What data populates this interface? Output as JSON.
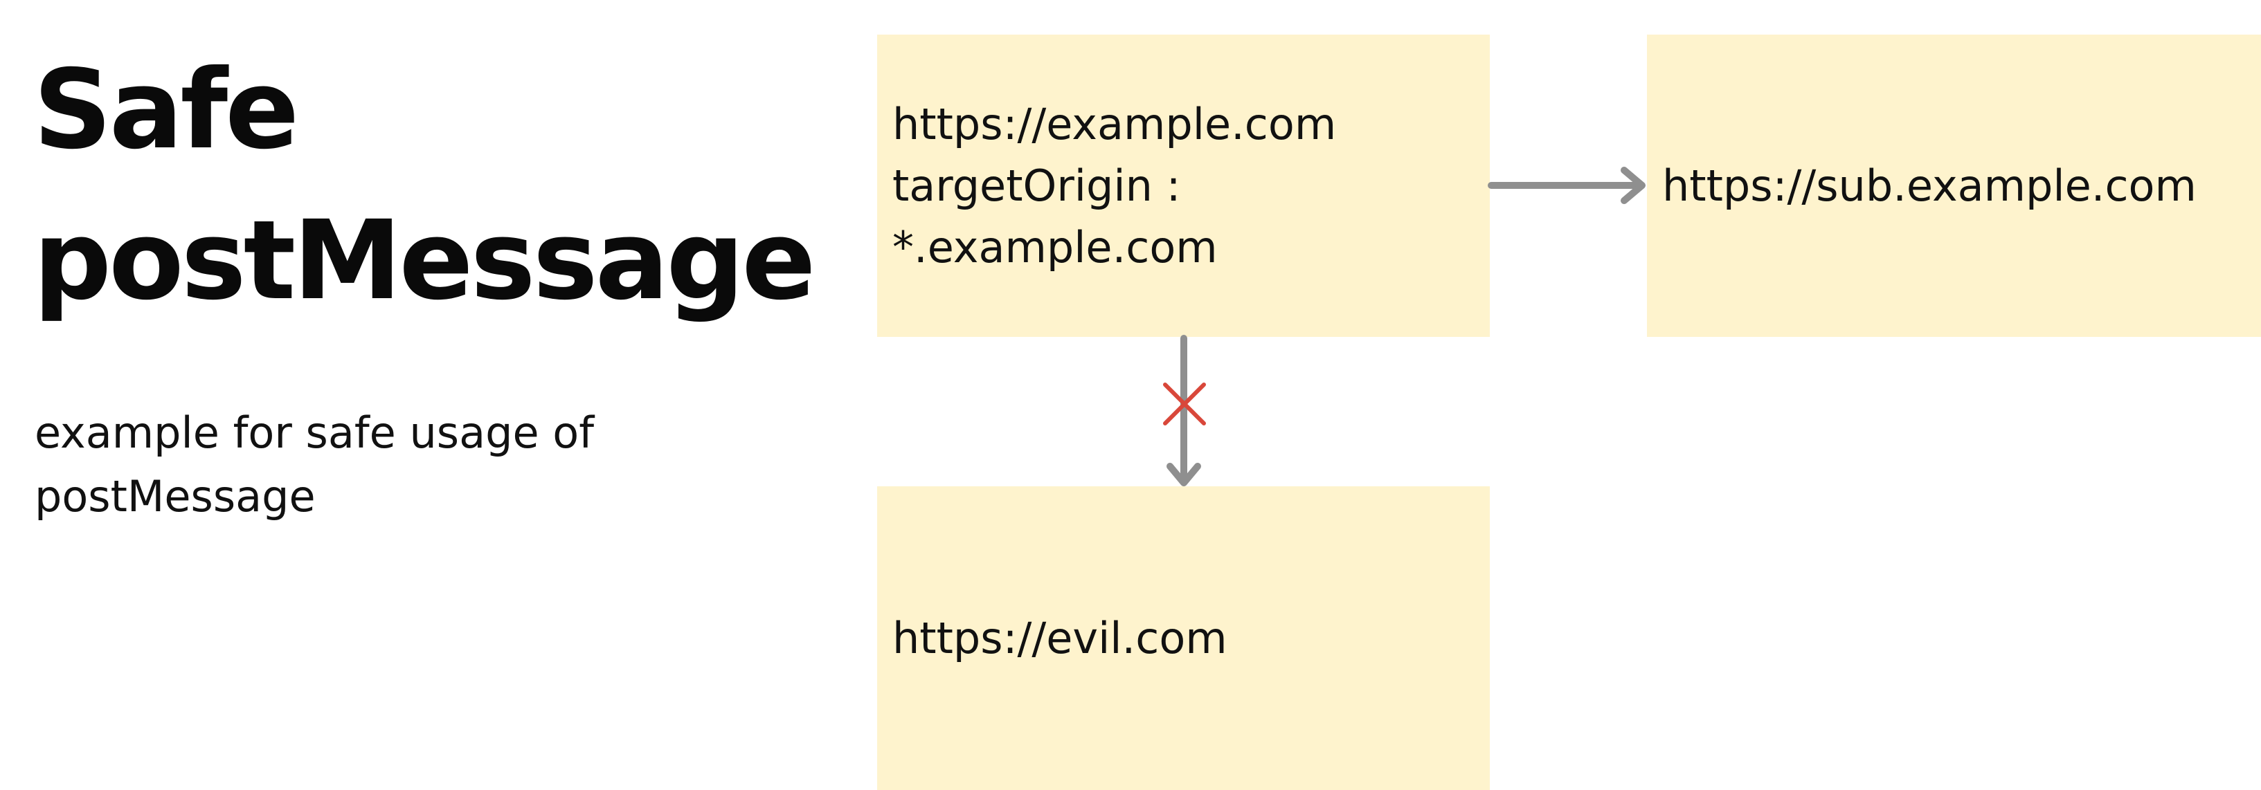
{
  "title": {
    "line1": "Safe",
    "line2": "postMessage"
  },
  "subtitle": {
    "line1": "example for safe usage of",
    "line2": "postMessage"
  },
  "nodes": {
    "source": {
      "line1": "https://example.com",
      "line2": "targetOrigin :",
      "line3": "*.example.com"
    },
    "allowed_target": {
      "label": "https://sub.example.com"
    },
    "blocked_target": {
      "label": "https://evil.com"
    }
  },
  "colors": {
    "box_fill": "#fef3cd",
    "arrow": "#8f8f8f",
    "blocked_mark": "#d9473a"
  },
  "edges": [
    {
      "from": "source",
      "to": "allowed_target",
      "status": "allowed"
    },
    {
      "from": "source",
      "to": "blocked_target",
      "status": "blocked",
      "icon": "cross-icon"
    }
  ]
}
